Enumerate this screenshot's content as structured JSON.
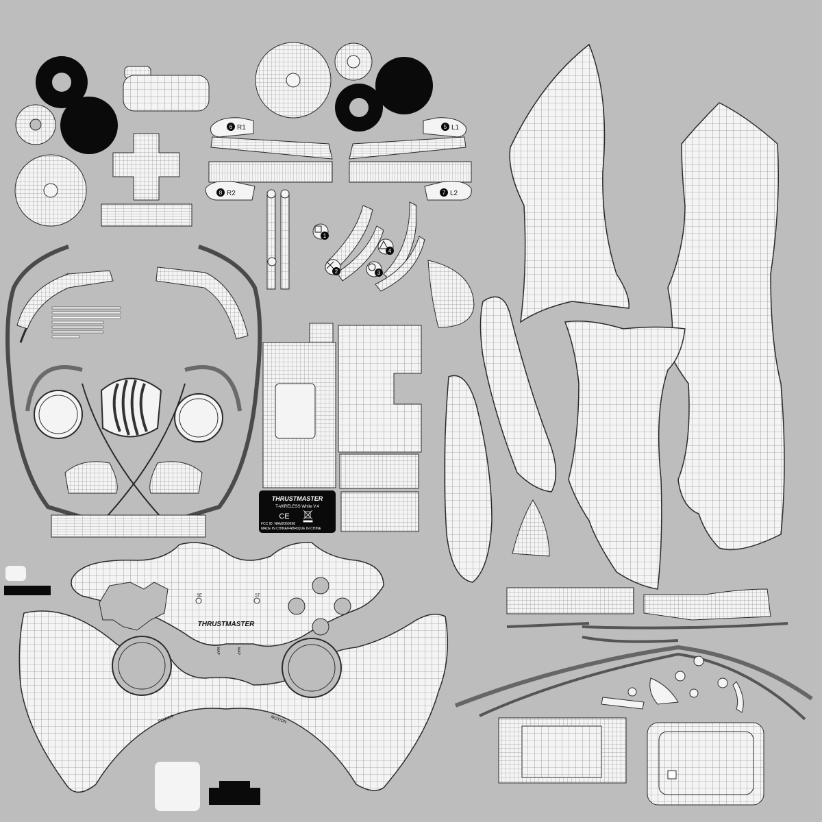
{
  "texture": {
    "background_color": "#bdbdbd",
    "island_fill": "#f4f4f4",
    "wire_color": "#555555",
    "outline_color": "#2a2a2a",
    "black_fill": "#0a0a0a"
  },
  "buttons": {
    "r1": {
      "num": "6",
      "label": "R1"
    },
    "l1": {
      "num": "5",
      "label": "L1"
    },
    "r2": {
      "num": "8",
      "label": "R2"
    },
    "l2": {
      "num": "7",
      "label": "L2"
    },
    "face": [
      {
        "num": "1",
        "icon": "square-icon"
      },
      {
        "num": "2",
        "icon": "cross-icon"
      },
      {
        "num": "3",
        "icon": "circle-icon"
      },
      {
        "num": "4",
        "icon": "triangle-icon"
      }
    ],
    "home_icon": "home-icon"
  },
  "label_sticker": {
    "brand": "THRUSTMASTER",
    "model": "T-WIRELESS White V.4",
    "ce": "CE",
    "fcc": "FCC ID: NAM2060698",
    "origin": "MADE IN CHINA/FABRIQUE IN CHINE"
  },
  "front_shell": {
    "brand": "THRUSTMASTER",
    "se_label": "SE",
    "st_label": "ST",
    "left_small": "MAP",
    "right_small": "MAP",
    "left_grip": "POWER",
    "right_grip": "MOTION"
  }
}
